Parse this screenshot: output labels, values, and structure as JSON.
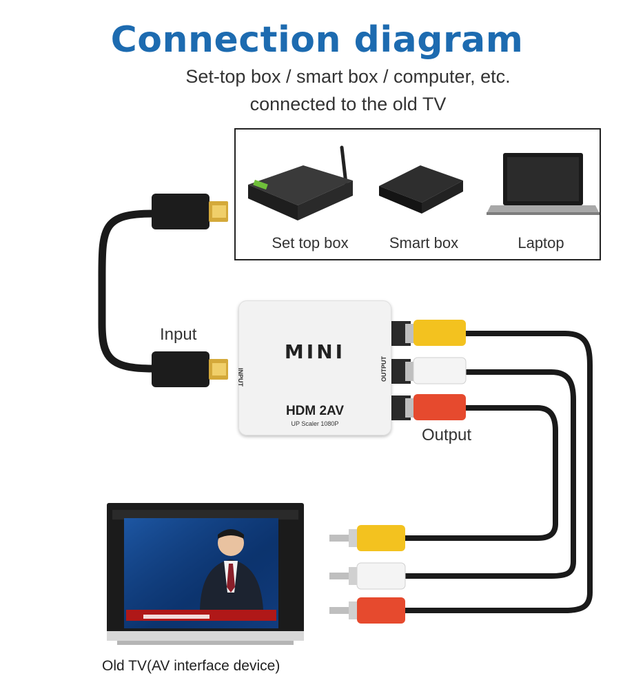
{
  "title": "Connection diagram",
  "subtitle_line1": "Set-top box / smart box / computer, etc.",
  "subtitle_line2": "connected to the old TV",
  "devices": [
    {
      "label": "Set top box",
      "icon": "set-top-box-icon"
    },
    {
      "label": "Smart box",
      "icon": "smart-box-icon"
    },
    {
      "label": "Laptop",
      "icon": "laptop-icon"
    }
  ],
  "converter": {
    "brand": "MINI",
    "model": "HDM 2AV",
    "subtext": "UP Scaler 1080P",
    "input_tag": "INPUT",
    "output_tag": "OUTPUT"
  },
  "labels": {
    "input": "Input",
    "output": "Output",
    "tv": "Old TV(AV interface device)"
  },
  "colors": {
    "title_blue": "#1d6bb0",
    "rca_yellow": "#f3c21f",
    "rca_white": "#f4f4f4",
    "rca_red": "#e64a2e",
    "cable_black": "#1a1a1a"
  }
}
